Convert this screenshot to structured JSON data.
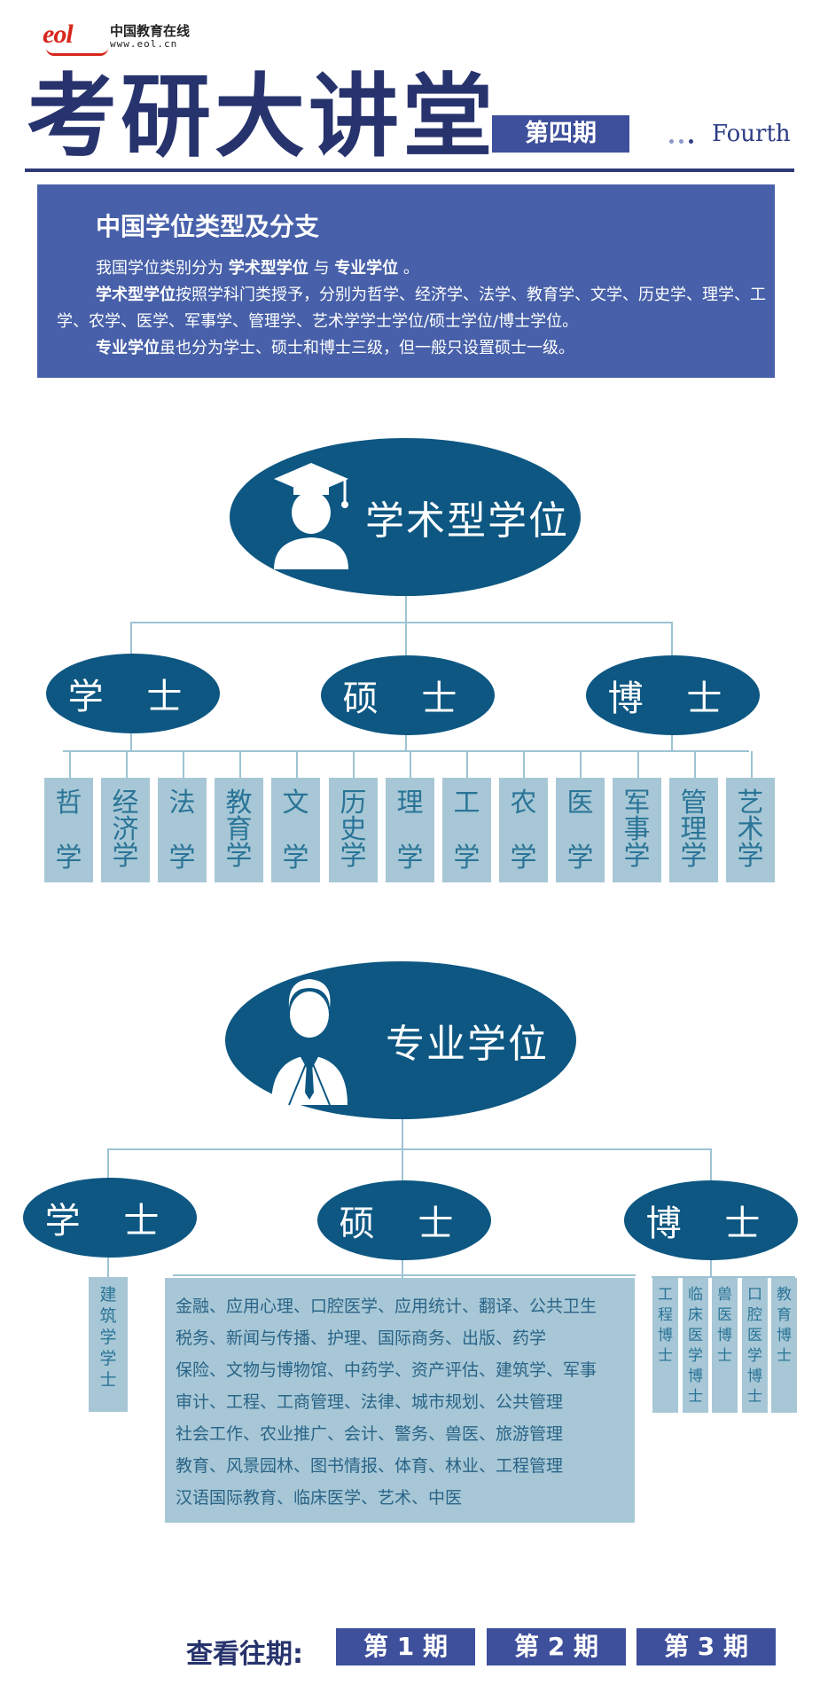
{
  "header": {
    "logo_eol": "eol",
    "logo_cn": "中国教育在线",
    "logo_url": "www.eol.cn",
    "title": "考研大讲堂",
    "issue": "第四期",
    "issue_en": "Fourth"
  },
  "intro": {
    "title": "中国学位类型及分支",
    "p1_a": "我国学位类别分为 ",
    "p1_b": "学术型学位",
    "p1_c": " 与 ",
    "p1_d": "专业学位",
    "p1_e": " 。",
    "p2_bold": "学术型学位",
    "p2_rest": "按照学科门类授予，分别为哲学、经济学、法学、教育学、文学、历史学、理学、工学、农学、医学、军事学、管理学、艺术学学士学位/硕士学位/博士学位。",
    "p3_bold": "专业学位",
    "p3_rest": "虽也分为学士、硕士和博士三级，但一般只设置硕士一级。"
  },
  "academic": {
    "title": "学术型学位",
    "levels": [
      "学 士",
      "硕 士",
      "博 士"
    ],
    "disciplines": [
      [
        "哲",
        "学"
      ],
      [
        "经",
        "济",
        "学"
      ],
      [
        "法",
        "学"
      ],
      [
        "教",
        "育",
        "学"
      ],
      [
        "文",
        "学"
      ],
      [
        "历",
        "史",
        "学"
      ],
      [
        "理",
        "学"
      ],
      [
        "工",
        "学"
      ],
      [
        "农",
        "学"
      ],
      [
        "医",
        "学"
      ],
      [
        "军",
        "事",
        "学"
      ],
      [
        "管",
        "理",
        "学"
      ],
      [
        "艺",
        "术",
        "学"
      ]
    ]
  },
  "professional": {
    "title": "专业学位",
    "levels": [
      "学 士",
      "硕 士",
      "博 士"
    ],
    "bachelor": "建筑学学士",
    "master_lines": [
      "金融、应用心理、口腔医学、应用统计、翻译、公共卫生",
      "税务、新闻与传播、护理、国际商务、出版、药学",
      "保险、文物与博物馆、中药学、资产评估、建筑学、军事",
      "审计、工程、工商管理、法律、城市规划、公共管理",
      "社会工作、农业推广、会计、警务、兽医、旅游管理",
      "教育、风景园林、图书情报、体育、林业、工程管理",
      "汉语国际教育、临床医学、艺术、中医"
    ],
    "doctor": [
      "工程博士",
      "临床医学博士",
      "兽医博士",
      "口腔医学博士",
      "教育博士"
    ]
  },
  "footer": {
    "label": "查看往期:",
    "buttons": [
      "第 1 期",
      "第 2 期",
      "第 3 期"
    ]
  },
  "colors": {
    "navy": "#27336d",
    "intro_bg": "#4760a9",
    "ellipse": "#0d5782",
    "box": "#a7c7d6",
    "logo_red": "#d8261c"
  }
}
